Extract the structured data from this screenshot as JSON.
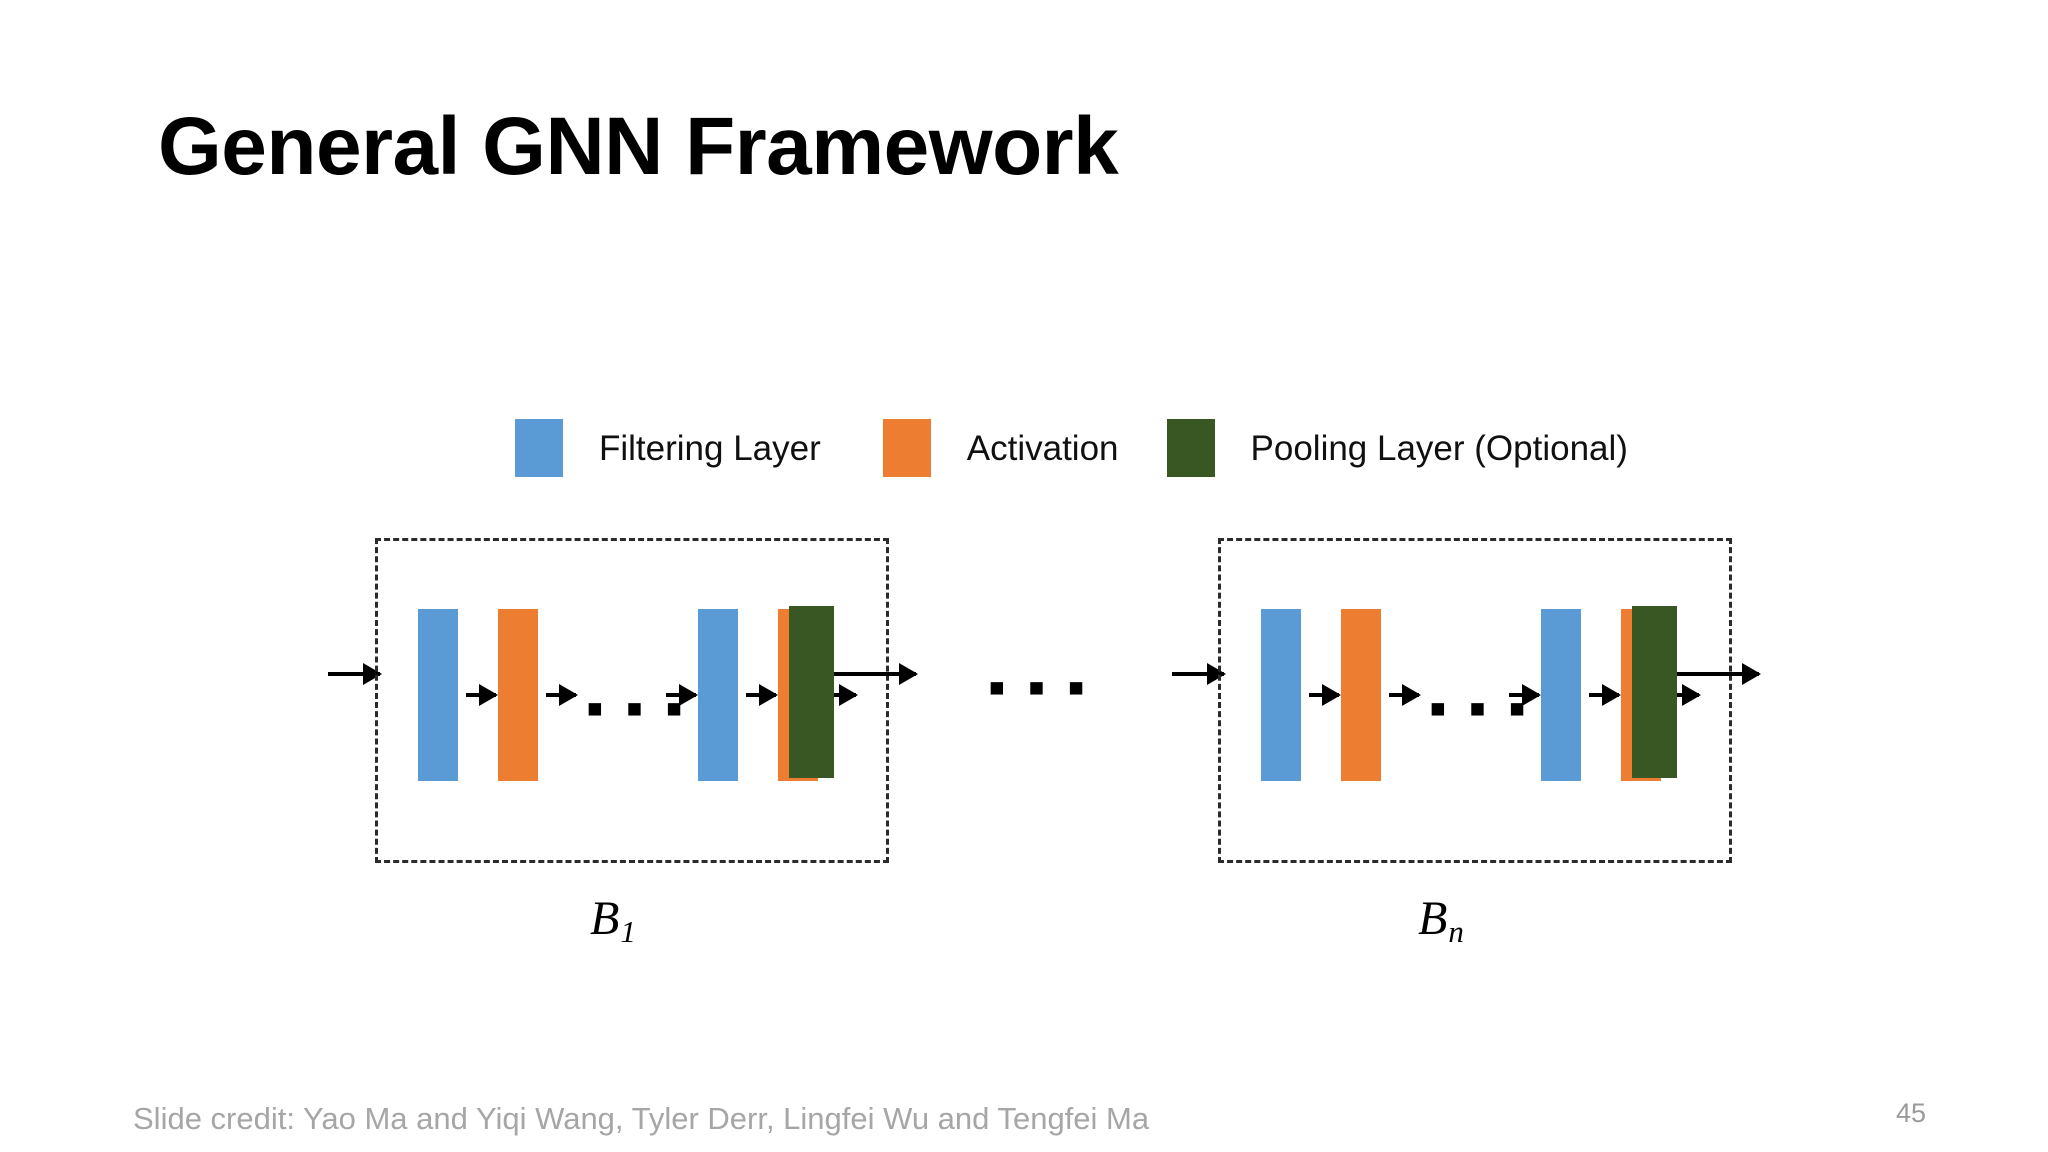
{
  "slide": {
    "title": "General GNN Framework",
    "page_number": "45",
    "credit": "Slide credit: Yao Ma and Yiqi Wang, Tyler Derr, Lingfei Wu and Tengfei Ma",
    "background_color": "#ffffff"
  },
  "colors": {
    "filtering_layer": "#5B9BD5",
    "activation": "#ED7D31",
    "pooling_layer": "#385723",
    "arrow": "#000000",
    "block_border": "#2b2b2b",
    "title_text": "#000000",
    "credit_text": "#a6a6a6",
    "page_number_text": "#9a9a9a"
  },
  "legend": {
    "items": [
      {
        "label": "Filtering Layer",
        "color": "#5B9BD5",
        "swatch_name": "filtering-layer-swatch"
      },
      {
        "label": "Activation",
        "color": "#ED7D31",
        "swatch_name": "activation-swatch"
      },
      {
        "label": "Pooling Layer (Optional)",
        "color": "#385723",
        "swatch_name": "pooling-layer-swatch"
      }
    ]
  },
  "diagram": {
    "ellipsis_between_blocks": "▪ ▪ ▪",
    "blocks": [
      {
        "label_base": "B",
        "label_subscript": "1",
        "ellipsis_inside": "▪ ▪ ▪",
        "layers": [
          {
            "type": "filtering",
            "color": "#5B9BD5"
          },
          {
            "type": "activation",
            "color": "#ED7D31"
          },
          {
            "type": "ellipsis",
            "color": null
          },
          {
            "type": "filtering",
            "color": "#5B9BD5"
          },
          {
            "type": "activation",
            "color": "#ED7D31"
          },
          {
            "type": "pooling",
            "color": "#385723"
          }
        ]
      },
      {
        "label_base": "B",
        "label_subscript": "n",
        "ellipsis_inside": "▪ ▪ ▪",
        "layers": [
          {
            "type": "filtering",
            "color": "#5B9BD5"
          },
          {
            "type": "activation",
            "color": "#ED7D31"
          },
          {
            "type": "ellipsis",
            "color": null
          },
          {
            "type": "filtering",
            "color": "#5B9BD5"
          },
          {
            "type": "activation",
            "color": "#ED7D31"
          },
          {
            "type": "pooling",
            "color": "#385723"
          }
        ]
      }
    ]
  }
}
